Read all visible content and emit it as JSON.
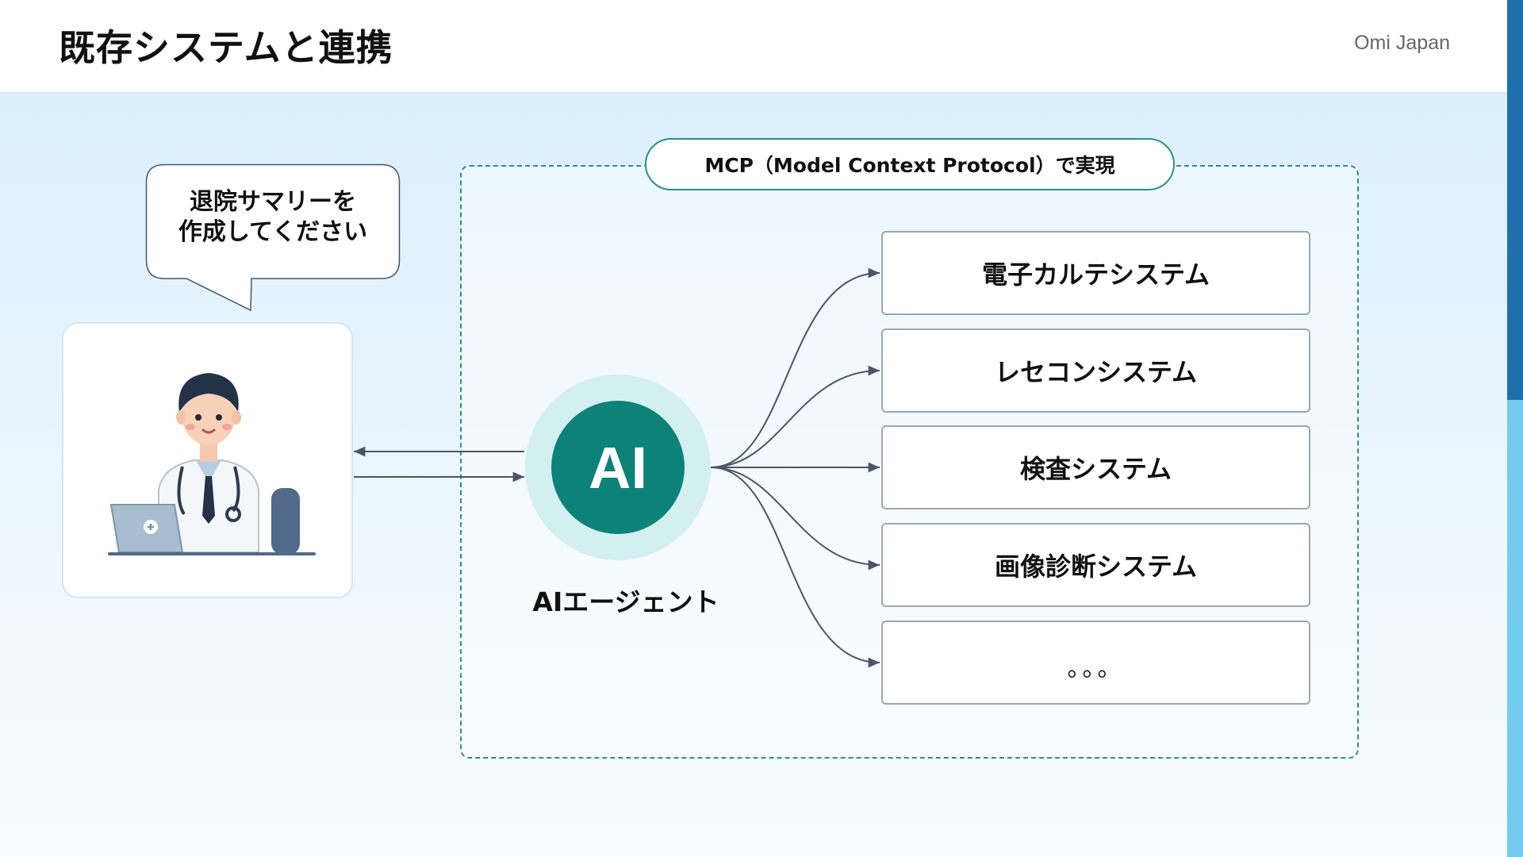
{
  "header": {
    "title": "既存システムと連携",
    "brand": "Omi Japan"
  },
  "colors": {
    "accent_dark": "#1f6fad",
    "accent_light": "#74cbed",
    "teal": "#0c8279",
    "frame": "#2e8f85",
    "arrow": "#4a5566"
  },
  "mcp_label": "MCP（Model Context Protocol）で実現",
  "speech_bubble": {
    "line1": "退院サマリーを",
    "line2": "作成してください"
  },
  "doctor_icon": "doctor-with-laptop-icon",
  "agent": {
    "badge": "AI",
    "label": "AIエージェント"
  },
  "systems": [
    {
      "label": "電子カルテシステム"
    },
    {
      "label": "レセコンシステム"
    },
    {
      "label": "検査システム"
    },
    {
      "label": "画像診断システム"
    },
    {
      "label": "。。。"
    }
  ]
}
